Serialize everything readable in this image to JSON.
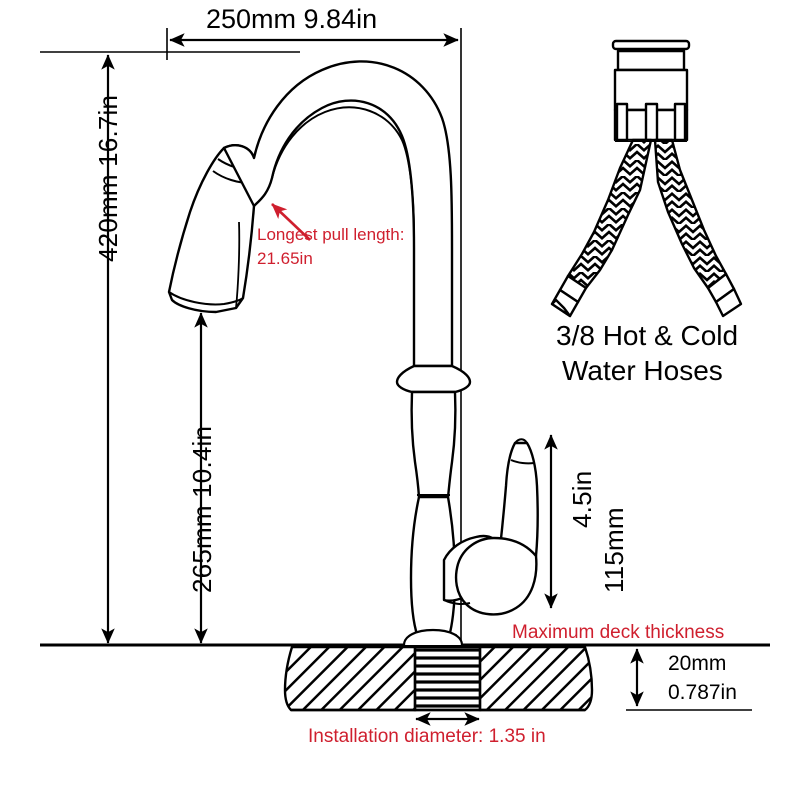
{
  "diagram": {
    "title": "Kitchen faucet dimension drawing",
    "colors": {
      "line": "#000000",
      "annotation_red": "#cf1f2e",
      "background": "#ffffff"
    },
    "dimensions": {
      "reach": {
        "label": "250mm 9.84in",
        "mm": 250,
        "inch": 9.84,
        "orientation": "horizontal",
        "position": "top"
      },
      "total_height": {
        "label": "420mm 16.7in",
        "mm": 420,
        "inch": 16.7,
        "orientation": "vertical",
        "position": "far-left"
      },
      "spout_height": {
        "label": "265mm 10.4in",
        "mm": 265,
        "inch": 10.4,
        "orientation": "vertical",
        "position": "inner-left"
      },
      "handle_height": {
        "label_mm": "115mm",
        "label_in": "4.5in",
        "mm": 115,
        "inch": 4.5,
        "orientation": "vertical",
        "position": "right-of-handle"
      },
      "deck_thickness": {
        "label_mm": "20mm",
        "label_in": "0.787in",
        "mm": 20,
        "inch": 0.787,
        "orientation": "vertical",
        "position": "bottom-right"
      }
    },
    "annotations": {
      "pull_length": {
        "line1": "Longest pull length:",
        "line2": "21.65in",
        "color": "#cf1f2e"
      },
      "max_deck": {
        "text": "Maximum deck thickness",
        "color": "#cf1f2e"
      },
      "install_diameter": {
        "text": "Installation diameter: 1.35 in",
        "color": "#cf1f2e"
      }
    },
    "hoses": {
      "caption_line1": "3/8 Hot & Cold",
      "caption_line2": "Water Hoses",
      "type": "braided-supply-hoses",
      "count": 2
    },
    "parts": {
      "spray_head": "pull-down-spray-head",
      "spout": "gooseneck-spout",
      "body": "faucet-body-column",
      "handle": "lever-handle",
      "deck": "countertop-deck-section",
      "mount_hole": "installation-hole"
    }
  }
}
